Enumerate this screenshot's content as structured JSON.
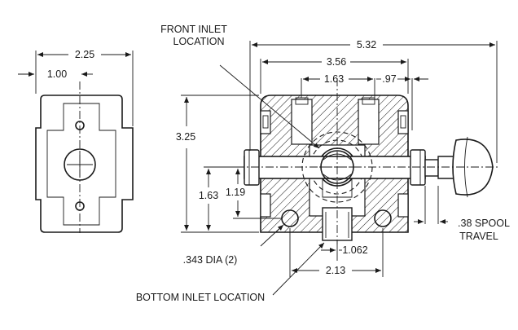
{
  "labels": {
    "dim_overall_width": "5.32",
    "dim_body_width": "3.56",
    "dim_inlet_offset": "1.63",
    "dim_port_offset": ".97",
    "dim_side_width": "2.25",
    "dim_side_center": "1.00",
    "dim_height": "3.25",
    "dim_spool_height": "1.63",
    "dim_spool_height_alt": "1.19",
    "dim_bottom_inlet_offset": "1.062",
    "dim_bottom_width": "2.13",
    "front_inlet_line1": "FRONT INLET",
    "front_inlet_line2": "LOCATION",
    "mount_hole_dia": ".343 DIA (2)",
    "spool_travel_line1": ".38 SPOOL",
    "spool_travel_line2": "TRAVEL",
    "bottom_inlet": "BOTTOM INLET LOCATION"
  },
  "colors": {
    "ink": "#1a1a1a",
    "background": "#ffffff"
  }
}
